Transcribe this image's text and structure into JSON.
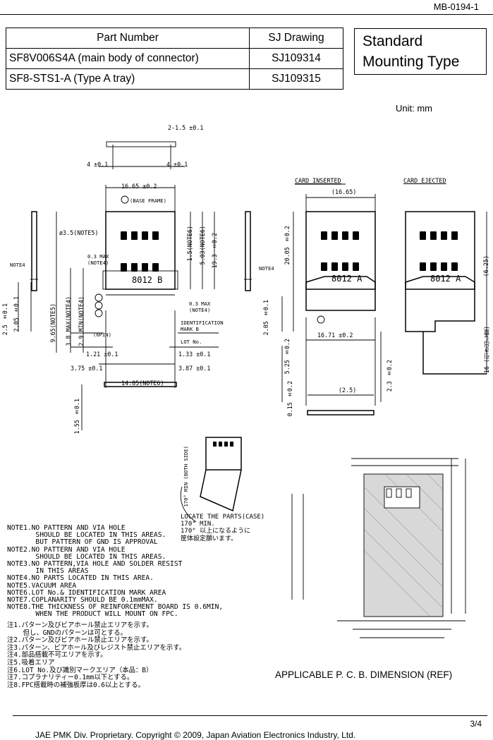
{
  "header": {
    "doc_number": "MB-0194-1"
  },
  "parts_table": {
    "headers": {
      "part_number": "Part Number",
      "sj_drawing": "SJ Drawing"
    },
    "rows": [
      {
        "part_number": "SF8V006S4A (main body of connector)",
        "sj_drawing": "SJ109314"
      },
      {
        "part_number": "SF8-STS1-A (Type A tray)",
        "sj_drawing": "SJ109315"
      }
    ]
  },
  "mounting_type": {
    "line1": "Standard",
    "line2": "Mounting Type"
  },
  "unit_label": "Unit: mm",
  "drawing": {
    "top_dim": "2-1.5 ±0.1",
    "dim_4_left": "4 ±0.1",
    "dim_4_right": "4 ±0.1",
    "dim_16_65": "16.65 ±0.2",
    "base_frame": "(BASE FRAME)",
    "hole_note": "ø3.5(NOTE5)",
    "max_note4": "0.3 MAX\n(NOTE4)",
    "note4_left": "NOTE4",
    "note4_right": "NOTE4",
    "marking": "8012  B",
    "dim_1_5": "1.5(NOTE6)",
    "dim_5_03": "5.03(NOTE6)",
    "dim_19_3": "19.3 ±0.2",
    "dim_2_5": "2.5 ±0.1",
    "dim_2_05": "2.05 ±0.1",
    "dim_9_65": "9.65(NOTE5)",
    "dim_3_8": "3.8 MAX(NOTE4)",
    "dim_2_9": "2.9 MIN(NOTE4)",
    "pin_label": "(6PIN)",
    "max_note4_b": "0.3 MAX\n(NOTE4)",
    "ident_mark": "IDENTIFICATION\nMARK B",
    "lot_no": "LOT No.",
    "dim_1_21": "1.21 ±0.1",
    "dim_1_33": "1.33 ±0.1",
    "dim_3_75": "3.75 ±0.1",
    "dim_3_87": "3.87 ±0.1",
    "dim_14_85": "14.85(NOTE6)",
    "dim_1_55": "1.55 ±0.1",
    "card_inserted": "CARD INSERTED",
    "card_ejected": "CARD EJECTED",
    "dim_16_65_b": "(16.65)",
    "dim_20_05": "20.05 ±0.2",
    "marking_a": "8012  A",
    "marking_a2": "8012  A",
    "dim_2_05_b": "2.05 ±0.1",
    "dim_16_71": "16.71 ±0.2",
    "dim_5_25": "5.25 ±0.2",
    "dim_0_15": "0.15 ±0.2",
    "dim_2_5_b": "(2.5)",
    "dim_2_3": "2.3 ±0.2",
    "dim_6_25": "(6.25)",
    "dim_16_ref": "16 (引き出し量)",
    "angle_label": "170° MIN (BOTH SIDE)",
    "locate_note": "LOCATE THE PARTS(CASE)\n170° MIN.\n170° 以上になるように\n筐体設定願います。"
  },
  "notes_en": [
    "NOTE1.NO PATTERN AND VIA HOLE",
    "       SHOULD BE LOCATED IN THIS AREAS.",
    "       BUT PATTERN OF GND IS APPROVAL",
    "NOTE2.NO PATTERN AND VIA HOLE",
    "       SHOULD BE LOCATED IN THIS AREAS.",
    "NOTE3.NO PATTERN,VIA HOLE AND SOLDER RESIST",
    "       IN THIS AREAS",
    "NOTE4.NO PARTS LOCATED IN THIS AREA.",
    "NOTE5.VACUUM AREA",
    "NOTE6.LOT No.& IDENTIFICATION MARK AREA",
    "NOTE7.COPLANARITY SHOULD BE 0.1mmMAX.",
    "NOTE8.THE THICKNESS OF REINFORCEMENT BOARD IS 0.6MIN,",
    "       WHEN THE PRODUCT WILL MOUNT ON FPC."
  ],
  "notes_jp": [
    "注1.パターン及びビアホール禁止エリアを示す。",
    "    但し、GNDのパターンは可とする。",
    "注2.パターン及びビアホール禁止エリアを示す。",
    "注3.パターン、ビアホール及びレジスト禁止エリアを示す。",
    "注4.部品搭載不可エリアを示す。",
    "注5.吸着エリア",
    "注6.LOT No.及び識別マークエリア（本品：B）",
    "注7.コプラナリティー0.1mm以下とする。",
    "注8.FPC搭載時の補強板厚は0.6以上とする。"
  ],
  "pcb_caption": "APPLICABLE P. C. B. DIMENSION (REF)",
  "footer": {
    "page": "3/4",
    "copyright": "JAE PMK Div. Proprietary. Copyright © 2009, Japan Aviation Electronics Industry, Ltd."
  }
}
